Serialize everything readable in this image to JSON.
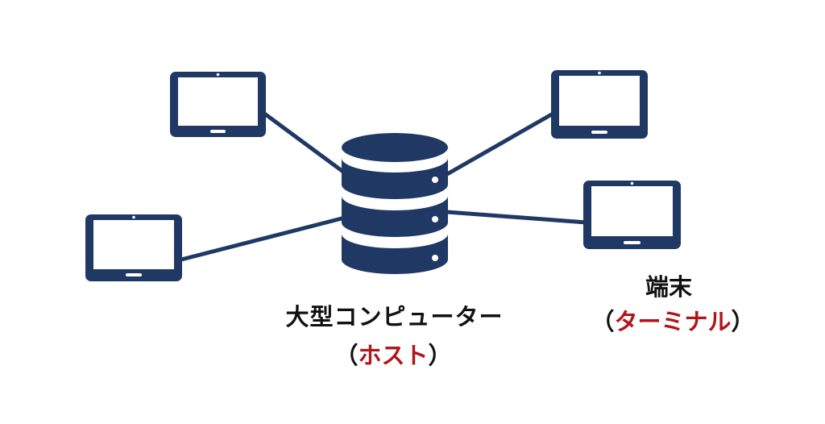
{
  "host": {
    "title": "大型コンピューター",
    "sub_open": "（",
    "sub_word": "ホスト",
    "sub_close": "）"
  },
  "terminal": {
    "title": "端末",
    "sub_open": "（",
    "sub_word": "ターミナル",
    "sub_close": "）"
  },
  "colors": {
    "navy": "#1f3864",
    "accent_red": "#b0151c",
    "text": "#111111",
    "background": "#ffffff"
  },
  "icons": {
    "server": "database-server-icon",
    "terminal": "tablet-terminal-icon"
  }
}
